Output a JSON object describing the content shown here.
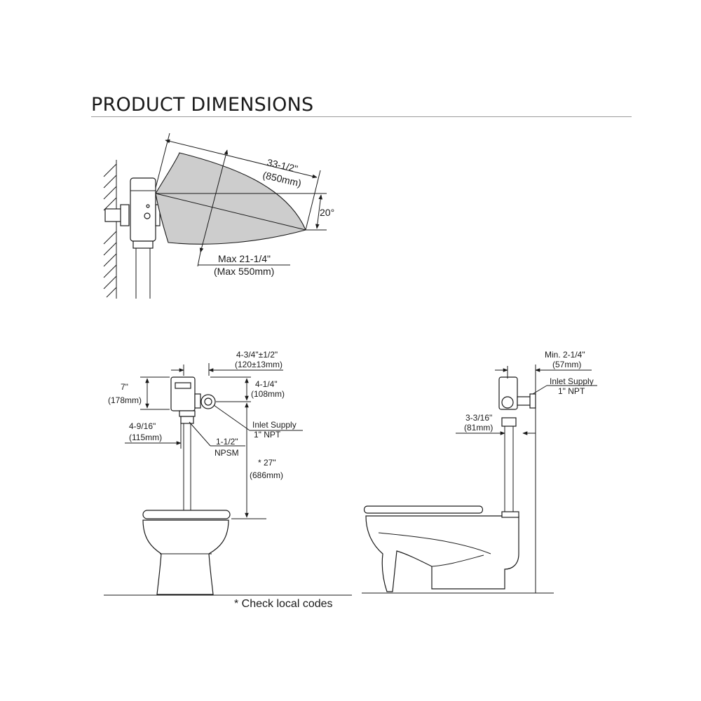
{
  "page": {
    "title": "PRODUCT DIMENSIONS"
  },
  "sensor_diagram": {
    "range_length": "33-1/2\"",
    "range_length_metric": "(850mm)",
    "angle": "20°",
    "max_range": "Max 21-1/4\"",
    "max_range_metric": "(Max 550mm)"
  },
  "front_view": {
    "projection": "4-3/4\"±1/2\"",
    "projection_metric": "(120±13mm)",
    "body_height": "7\"",
    "body_height_metric": "(178mm)",
    "inlet_height": "4-1/4\"",
    "inlet_height_metric": "(108mm)",
    "outlet_offset": "4-9/16\"",
    "outlet_offset_metric": "(115mm)",
    "inlet_label": "Inlet Supply",
    "inlet_thread": "1\" NPT",
    "spud_size": "1-1/2\"",
    "spud_thread": "NPSM",
    "rough_in": "* 27\"",
    "rough_in_metric": "(686mm)",
    "footnote": "* Check local codes"
  },
  "side_view": {
    "wall_clearance": "Min. 2-1/4\"",
    "wall_clearance_metric": "(57mm)",
    "inlet_label": "Inlet Supply",
    "inlet_thread": "1\" NPT",
    "spud_offset": "3-3/16\"",
    "spud_offset_metric": "(81mm)"
  }
}
